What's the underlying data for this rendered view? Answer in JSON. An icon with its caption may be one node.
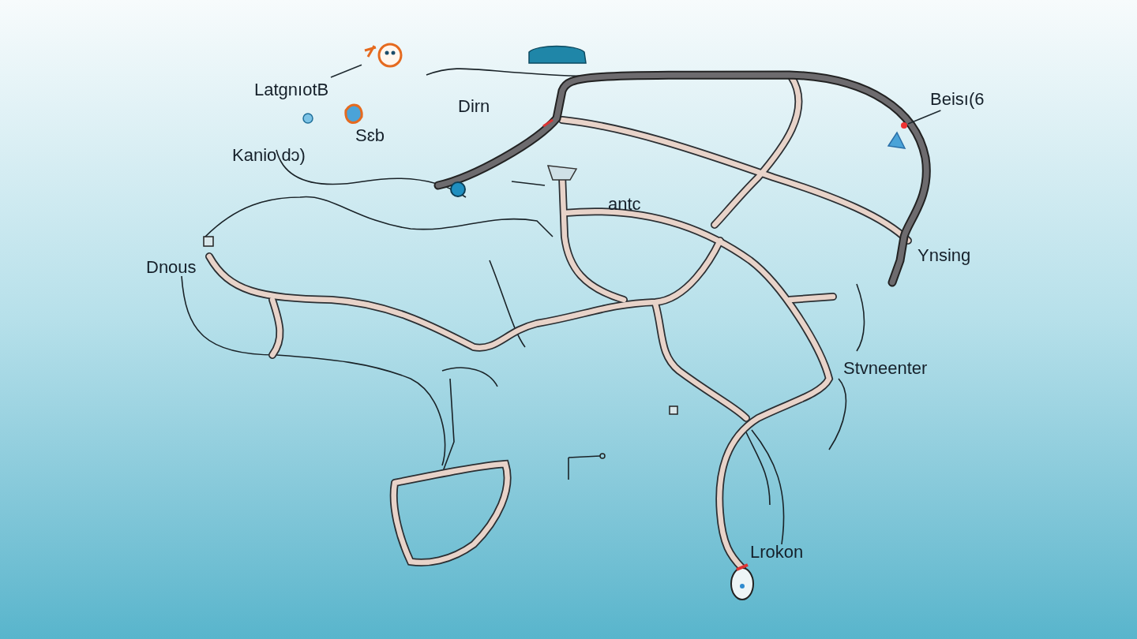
{
  "diagram": {
    "nodes": [
      {
        "text": [
          "LatgnıotB"
        ]
      },
      {
        "text": [],
        "shape": "picture"
      },
      {
        "text": [
          "Beisı(6"
        ]
      },
      {
        "text": [],
        "shape": "circle"
      }
    ],
    "edges": [
      {
        "from": 0,
        "to": 1,
        "arrow": "none"
      },
      {
        "from": 2,
        "to": 3,
        "arrow": "none"
      }
    ],
    "labels": [
      "Dirn",
      "Sɛb",
      "Kanio dɔ)",
      "antc",
      "Dnous",
      "Ynsing",
      "Stvneenter",
      "Lrokon"
    ]
  }
}
